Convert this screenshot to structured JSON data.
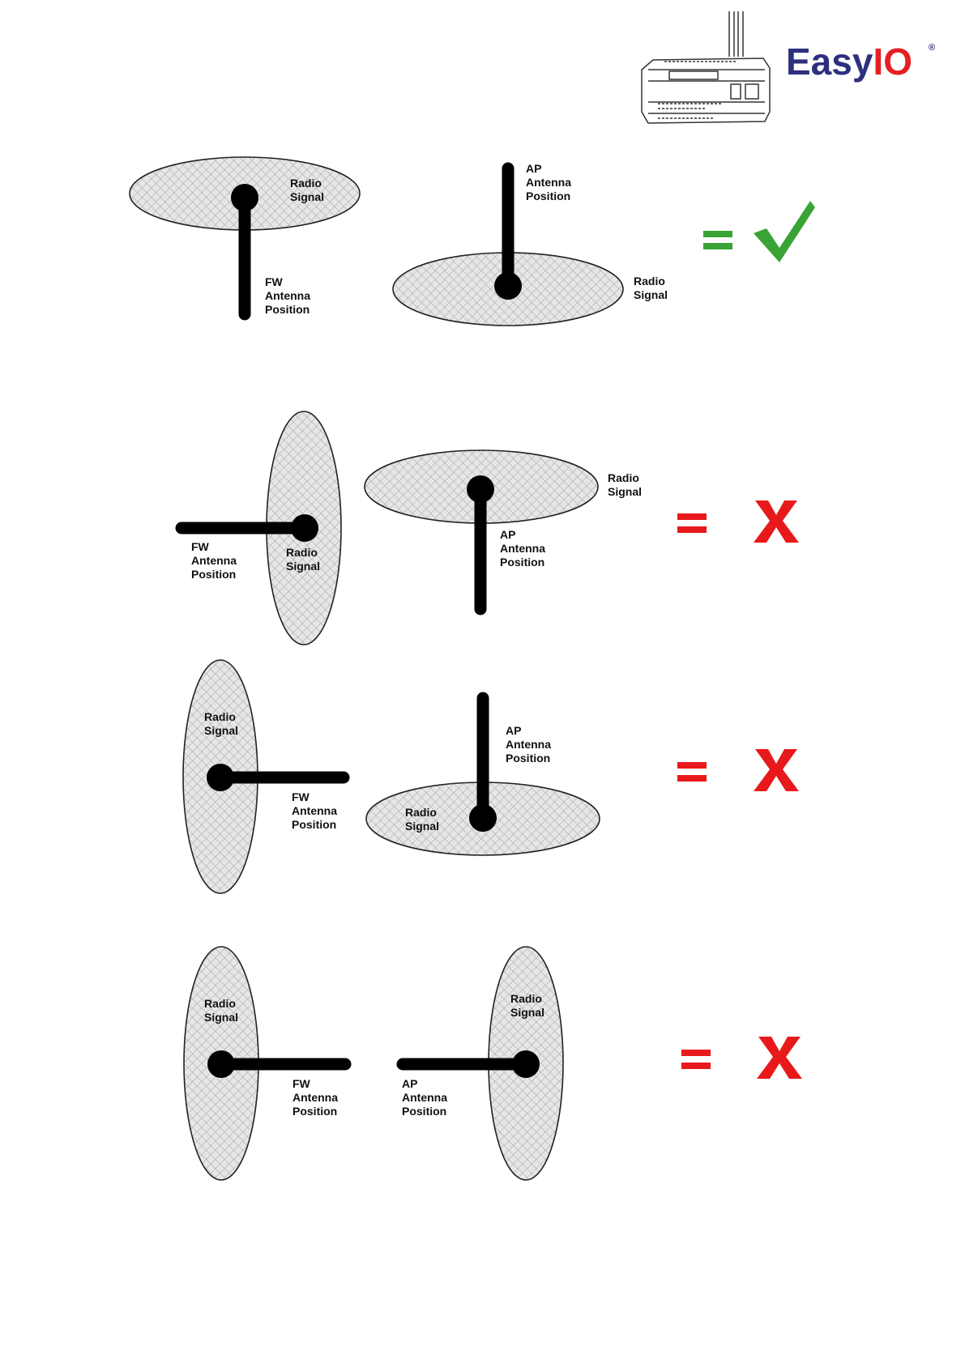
{
  "brand": {
    "text_main": "Easy",
    "text_accent": "IO",
    "registered": "®",
    "color_main": "#2d2f7f",
    "color_accent": "#e51f24",
    "device_icon": "controller-device-icon"
  },
  "colors": {
    "ok": "#3aa335",
    "bad": "#e8191b",
    "antenna": "#000000",
    "pattern_fill": "#e6e6e6",
    "pattern_stroke": "#9a9a9a"
  },
  "labels": {
    "radio_signal": [
      "Radio",
      "Signal"
    ],
    "fw_antenna": [
      "FW",
      "Antenna",
      "Position"
    ],
    "ap_antenna": [
      "AP",
      "Antenna",
      "Position"
    ]
  },
  "rows": [
    {
      "result_symbol": "=",
      "result_icon": "checkmark-icon",
      "result_ok": true
    },
    {
      "result_symbol": "=",
      "result_icon": "x-icon",
      "result_mark": "X",
      "result_ok": false
    },
    {
      "result_symbol": "=",
      "result_icon": "x-icon",
      "result_mark": "X",
      "result_ok": false
    },
    {
      "result_symbol": "=",
      "result_icon": "x-icon",
      "result_mark": "X",
      "result_ok": false
    }
  ]
}
